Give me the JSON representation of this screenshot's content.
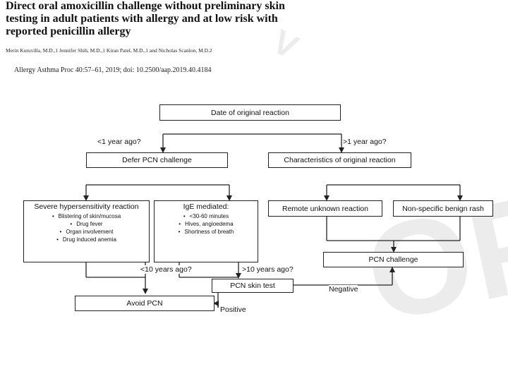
{
  "header": {
    "title": "Direct oral amoxicillin challenge without preliminary skin testing in adult patients with allergy and at low risk with reported penicillin allergy",
    "authors": "Merin Kuruvilla, M.D.,1 Jennifer Shih, M.D.,1 Kiran Patel, M.D.,1 and Nicholas Scanlon, M.D.2",
    "citation": "Allergy Asthma Proc 40:57–61, 2019; doi: 10.2500/aap.2019.40.4184"
  },
  "watermark": {
    "letters_right": "OP",
    "letter_top": "V",
    "color": "#ececec"
  },
  "flowchart": {
    "root": "Date of original reaction",
    "branch_lt1": "<1 year ago?",
    "branch_gt1": ">1 year ago?",
    "defer": "Defer PCN challenge",
    "characteristics": "Characteristics of original reaction",
    "severe": {
      "title": "Severe hypersensitivity reaction",
      "items": [
        "Blistering of skin/mucosa",
        "Drug fever",
        "Organ involvement",
        "Drug induced anemia"
      ]
    },
    "ige": {
      "title": "IgE mediated:",
      "items": [
        "<30-60 minutes",
        "Hives, angioedema",
        "Shortness of breath"
      ]
    },
    "remote": "Remote unknown reaction",
    "benign": "Non-specific benign rash",
    "pcn_challenge": "PCN challenge",
    "lt10": "<10 years ago?",
    "gt10": ">10 years ago?",
    "skin_test": "PCN skin test",
    "negative": "Negative",
    "avoid": "Avoid PCN",
    "positive": "Positive"
  },
  "colors": {
    "line": "#222222",
    "box_border": "#222222"
  }
}
